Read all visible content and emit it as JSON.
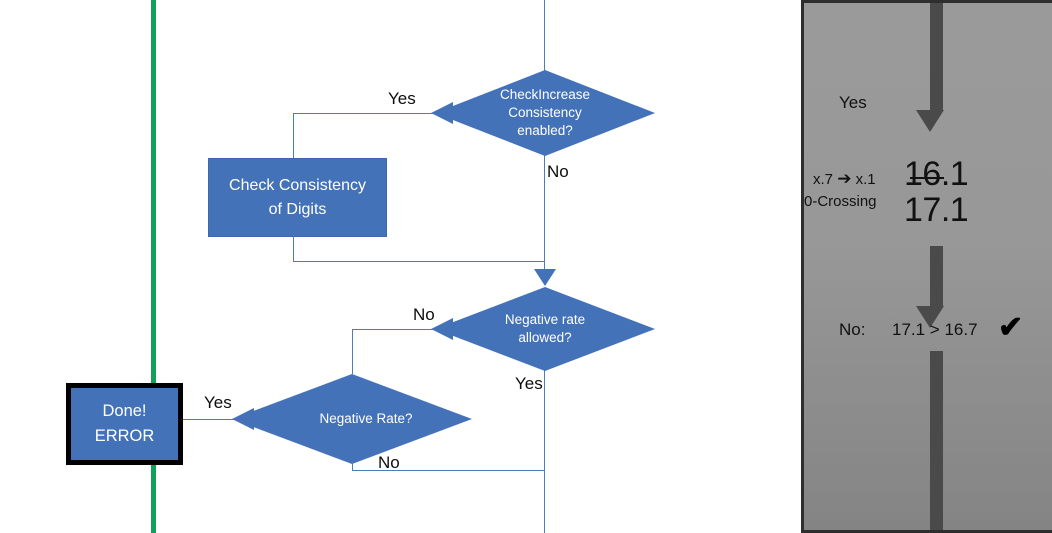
{
  "diagram": {
    "title": "Rate check flowchart",
    "colors": {
      "node_blue": "#4472B8",
      "connector_blue": "#4A7EBB",
      "divider_green": "#10A05A",
      "panel_gray": "#989898",
      "arrow_gray": "#4A4A4A",
      "terminator_border": "#000000"
    },
    "nodes": {
      "check_increase": {
        "label": "CheckIncrease\nConsistency\nenabled?",
        "shape": "decision"
      },
      "check_consistency": {
        "label": "Check Consistency\nof Digits",
        "shape": "process"
      },
      "negative_rate_allowed": {
        "label": "Negative rate\nallowed?",
        "shape": "decision"
      },
      "negative_rate": {
        "label": "Negative Rate?",
        "shape": "decision"
      },
      "done_error": {
        "label": "Done!\nERROR",
        "shape": "terminator"
      }
    },
    "edge_labels": {
      "check_increase_yes": "Yes",
      "check_increase_no": "No",
      "negative_allowed_no": "No",
      "negative_allowed_yes": "Yes",
      "negative_rate_yes": "Yes",
      "negative_rate_no": "No"
    }
  },
  "panel": {
    "yes_label": "Yes",
    "annotation_line1": "x.7 ",
    "annotation_arrow": "➔",
    "annotation_line1b": " x.1",
    "annotation_line2": "0-Crossing",
    "value_struck": "16.1",
    "value_current": "17.1",
    "decision_label": "No:",
    "comparison": "17.1 > 16.7",
    "check_glyph": "✔"
  }
}
